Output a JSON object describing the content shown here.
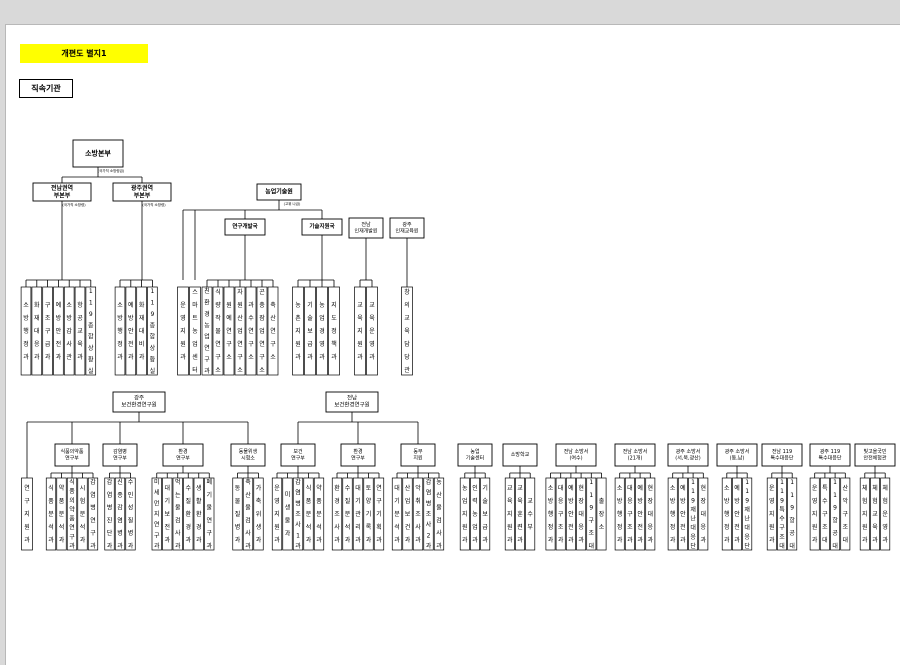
{
  "document": {
    "banner": "개편도 별지1",
    "section_title": "직속기관"
  },
  "org": {
    "hq": {
      "label": "소방본부",
      "note": "(국가직 소방령급)"
    },
    "branches": [
      {
        "label": "전남권역 부본부",
        "note": "(국가직 소방령)",
        "units": [
          "소방행정과",
          "화재대응과",
          "구조구급과",
          "예방안전과",
          "소방감사관",
          "항공교육과",
          "119종합상황실"
        ]
      },
      {
        "label": "광주권역 부본부",
        "note": "(국가직 소방령)",
        "units": [
          "소방행정과",
          "예방안전과",
          "화재대비과",
          "119종합상황실"
        ]
      }
    ],
    "agri": {
      "label": "농업기술원",
      "note": "(고위 나급)",
      "direct_units": [
        "운영지원과",
        "스마트농업센터"
      ],
      "research": {
        "label": "연구개발국",
        "units": [
          "친환경농업연구과",
          "식량작물연구소",
          "원예연구소",
          "자원산업연구소",
          "과수연구소",
          "곤충잠업연구소",
          "축산연구소"
        ]
      },
      "extension": {
        "label": "기술지원국",
        "units": [
          "농촌지원과",
          "기술보급과",
          "농업경영과",
          "지도정책과"
        ]
      }
    },
    "hrd": [
      {
        "label": "전남 인재개발원",
        "units": [
          "교육지원과",
          "교육운영과"
        ]
      },
      {
        "label": "광주 인재교육원",
        "units": [
          "창의교육담당관"
        ]
      }
    ],
    "labs": [
      {
        "label": "광주 보건환경연구원",
        "groups": [
          {
            "label": "식품의약품 연구부",
            "units": [
              "식품분석과",
              "약품분석과",
              "식품의약품연구과",
              "시험분석과",
              "감염병연구과"
            ]
          },
          {
            "label": "감염병 연구부",
            "units": [
              "감염병진단과",
              "신종감염병과",
              "수인성질병과"
            ]
          },
          {
            "label": "환경 연구부",
            "units": [
              "미세먼지연구과",
              "대기보전과",
              "먹는물검사과",
              "수질환경과",
              "생활환경과",
              "폐기물연구과"
            ]
          },
          {
            "label": "동물위생 시험소",
            "units": [
              "동물질병과",
              "축산물검사과",
              "가축위생과"
            ]
          }
        ],
        "direct_units": [
          "연구지원과"
        ]
      },
      {
        "label": "전남 보건환경연구원",
        "groups": [
          {
            "label": "보건 연구부",
            "units": [
              "운영지원과",
              "미생물과",
              "감염병조사1과",
              "식품분석과",
              "약품분석과"
            ]
          },
          {
            "label": "환경 연구부",
            "units": [
              "환경조사과",
              "수질분석과",
              "대기관리과",
              "토양기록과",
              "연구기획과"
            ]
          },
          {
            "label": "동부 지원",
            "units": [
              "대기분석과",
              "산업보건과",
              "악취조사과",
              "감염병조사2과",
              "농산물검사과"
            ]
          }
        ]
      }
    ],
    "small_orgs": [
      {
        "label": "농업 기술센터",
        "units": [
          "농업지원과",
          "인력농업과",
          "기술보급과"
        ]
      },
      {
        "label": "소방학교",
        "units": [
          "교육지원과",
          "교육훈련과",
          "교수부"
        ]
      },
      {
        "label": "전남 소방서 (여수)",
        "units": [
          "소방행정과",
          "대응구조과",
          "예방안전과",
          "현장대응과",
          "119구조대",
          "출장소"
        ]
      },
      {
        "label": "전남 소방서 (21개)",
        "units": [
          "소방행정과",
          "대응구조과",
          "예방안전과",
          "현장대응과"
        ]
      },
      {
        "label": "광주 소방서 (서,북,광산)",
        "units": [
          "소방행정과",
          "예방안전과",
          "119재난대응단",
          "현장대응과"
        ]
      },
      {
        "label": "광주 소방서 (동,남)",
        "units": [
          "소방행정과",
          "예방안전과",
          "119재난대응단"
        ]
      },
      {
        "label": "전남 119 특수대응단",
        "units": [
          "운영지원과",
          "119특수구조대",
          "119항공대"
        ]
      },
      {
        "label": "광주 119 특수대응단",
        "units": [
          "운영지원과",
          "특수구조대",
          "119항공대",
          "산악구조대"
        ]
      },
      {
        "label": "빛고을국민 안전체험관",
        "units": [
          "체험지원과",
          "체험교육과",
          "체험운영과"
        ]
      }
    ]
  }
}
